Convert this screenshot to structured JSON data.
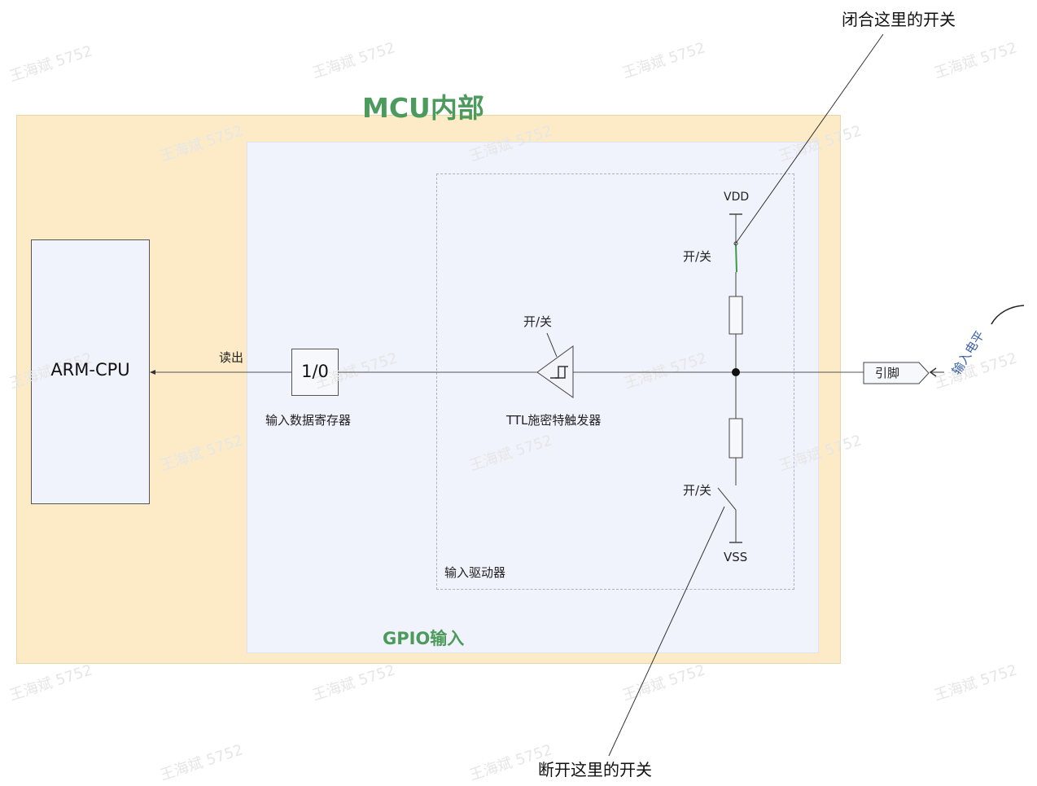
{
  "diagram": {
    "mcu_title": "MCU内部",
    "gpio_title": "GPIO输入",
    "driver_label": "输入驱动器",
    "cpu_label": "ARM-CPU",
    "read_label": "读出",
    "io_register_label": "1/0",
    "io_register_caption": "输入数据寄存器",
    "schmitt_switch_label": "开/关",
    "schmitt_caption": "TTL施密特触发器",
    "vdd_label": "VDD",
    "vss_label": "VSS",
    "upper_switch_label": "开/关",
    "lower_switch_label": "开/关",
    "pin_label": "引脚",
    "input_level_label": "输入电平"
  },
  "annotations": {
    "close_switch_note": "闭合这里的开关",
    "open_switch_note": "断开这里的开关"
  },
  "watermark": {
    "text": "王海斌 5752"
  },
  "colors": {
    "mcu_fill": "#fcebc6",
    "gpio_fill": "#f0f3fc",
    "title_green": "#4c9a5c",
    "switch_green": "#3a9a4a",
    "input_level_blue": "#3b5fa8"
  }
}
